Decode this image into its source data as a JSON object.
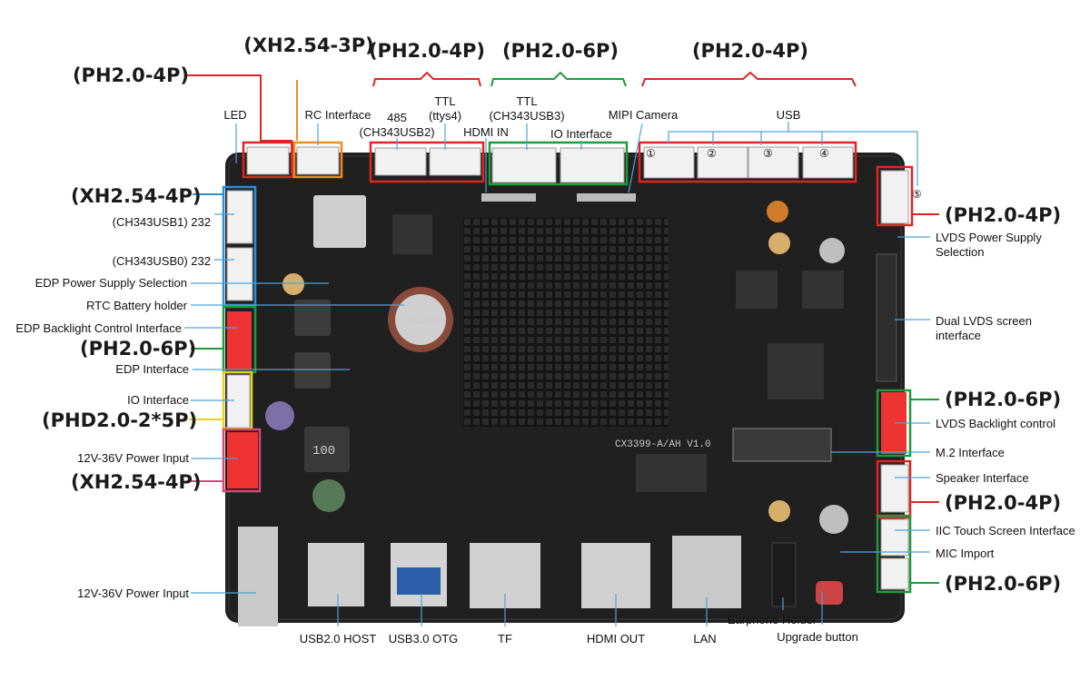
{
  "connector_types": {
    "xh254_3p": "(XH2.54-3P)",
    "ph20_4p_top_left": "(PH2.0-4P)",
    "ph20_4p_top_mid": "(PH2.0-4P)",
    "ph20_6p_top": "(PH2.0-6P)",
    "ph20_4p_top_right": "(PH2.0-4P)",
    "xh254_4p_left_top": "(XH2.54-4P)",
    "ph20_6p_left": "(PH2.0-6P)",
    "phd20_2x5p": "(PHD2.0-2*5P)",
    "xh254_4p_left_bottom": "(XH2.54-4P)",
    "ph20_4p_right_top": "(PH2.0-4P)",
    "ph20_6p_right_mid": "(PH2.0-6P)",
    "ph20_4p_right_bottom": "(PH2.0-4P)",
    "ph20_6p_right_bottom": "(PH2.0-6P)"
  },
  "labels": {
    "led": "LED",
    "rc_interface": "RC Interface",
    "rs485": "485",
    "ch343usb2": "(CH343USB2)",
    "ttl": "TTL",
    "ttys4": "(ttys4)",
    "hdmi_in": "HDMI IN",
    "ttl_usb3": "TTL",
    "ch343usb3": "(CH343USB3)",
    "io_interface_top": "IO Interface",
    "mipi_camera": "MIPI Camera",
    "usb": "USB",
    "ch343usb1": "(CH343USB1) 232",
    "ch343usb0": "(CH343USB0) 232",
    "edp_power": "EDP Power Supply Selection",
    "rtc_battery": "RTC Battery holder",
    "edp_backlight": "EDP Backlight Control Interface",
    "edp_interface": "EDP Interface",
    "io_interface_left": "IO Interface",
    "power_input_top": "12V-36V Power Input",
    "power_input_bottom": "12V-36V Power Input",
    "lvds_power": "LVDS Power Supply\nSelection",
    "dual_lvds": "Dual LVDS screen\ninterface",
    "lvds_backlight": "LVDS Backlight control",
    "m2_interface": "M.2 Interface",
    "speaker_interface": "Speaker Interface",
    "iic_touch": "IIC Touch Screen Interface",
    "mic_import": "MIC Import",
    "usb20_host": "USB2.0 HOST",
    "usb30_otg": "USB3.0 OTG",
    "tf": "TF",
    "hdmi_out": "HDMI OUT",
    "lan": "LAN",
    "earphone_holder": "Earphone Holder",
    "upgrade_button": "Upgrade button"
  },
  "usb_numbers": [
    "①",
    "②",
    "③",
    "④",
    "⑤"
  ],
  "board_silk": {
    "model": "CX3399-A/AH V1.0",
    "battery": "CR2032",
    "inductor": "100"
  },
  "colors": {
    "red": "#e02424",
    "orange": "#f08c1e",
    "green": "#1f9a3a",
    "blue": "#2a8fd6",
    "yellow": "#e8d21c",
    "pink": "#d9457a",
    "callout_line": "#4da3d9"
  }
}
